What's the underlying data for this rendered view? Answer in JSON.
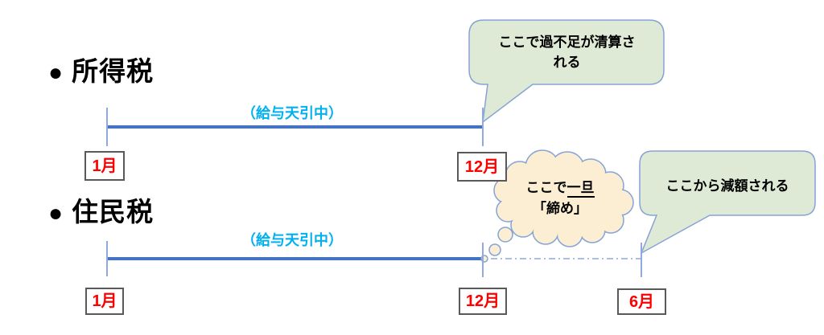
{
  "colors": {
    "timeline_blue": "#4472C4",
    "tick_blue": "#8FAADC",
    "bubble_border": "#85A3D6",
    "bubble_green": "#DFEAD6",
    "cloud_cream": "#FBEED3",
    "month_red": "#FF0000",
    "deduct_cyan": "#00B0F0",
    "box_border": "#595959"
  },
  "sections": {
    "income_tax": {
      "bullet": "●",
      "label": "所得税",
      "deduction_label": "（給与天引中）",
      "start_month": "1月",
      "end_month": "12月"
    },
    "resident_tax": {
      "bullet": "●",
      "label": "住民税",
      "deduction_label": "（給与天引中）",
      "start_month": "1月",
      "end_month": "12月",
      "reduction_month": "6月"
    }
  },
  "callouts": {
    "settlement": {
      "line1": "ここで過不足が清算さ",
      "line2": "れる"
    },
    "closing": {
      "prefix": "ここで",
      "underlined": "一旦",
      "line2": "「締め」"
    },
    "reduction": {
      "text": "ここから減額される"
    }
  }
}
